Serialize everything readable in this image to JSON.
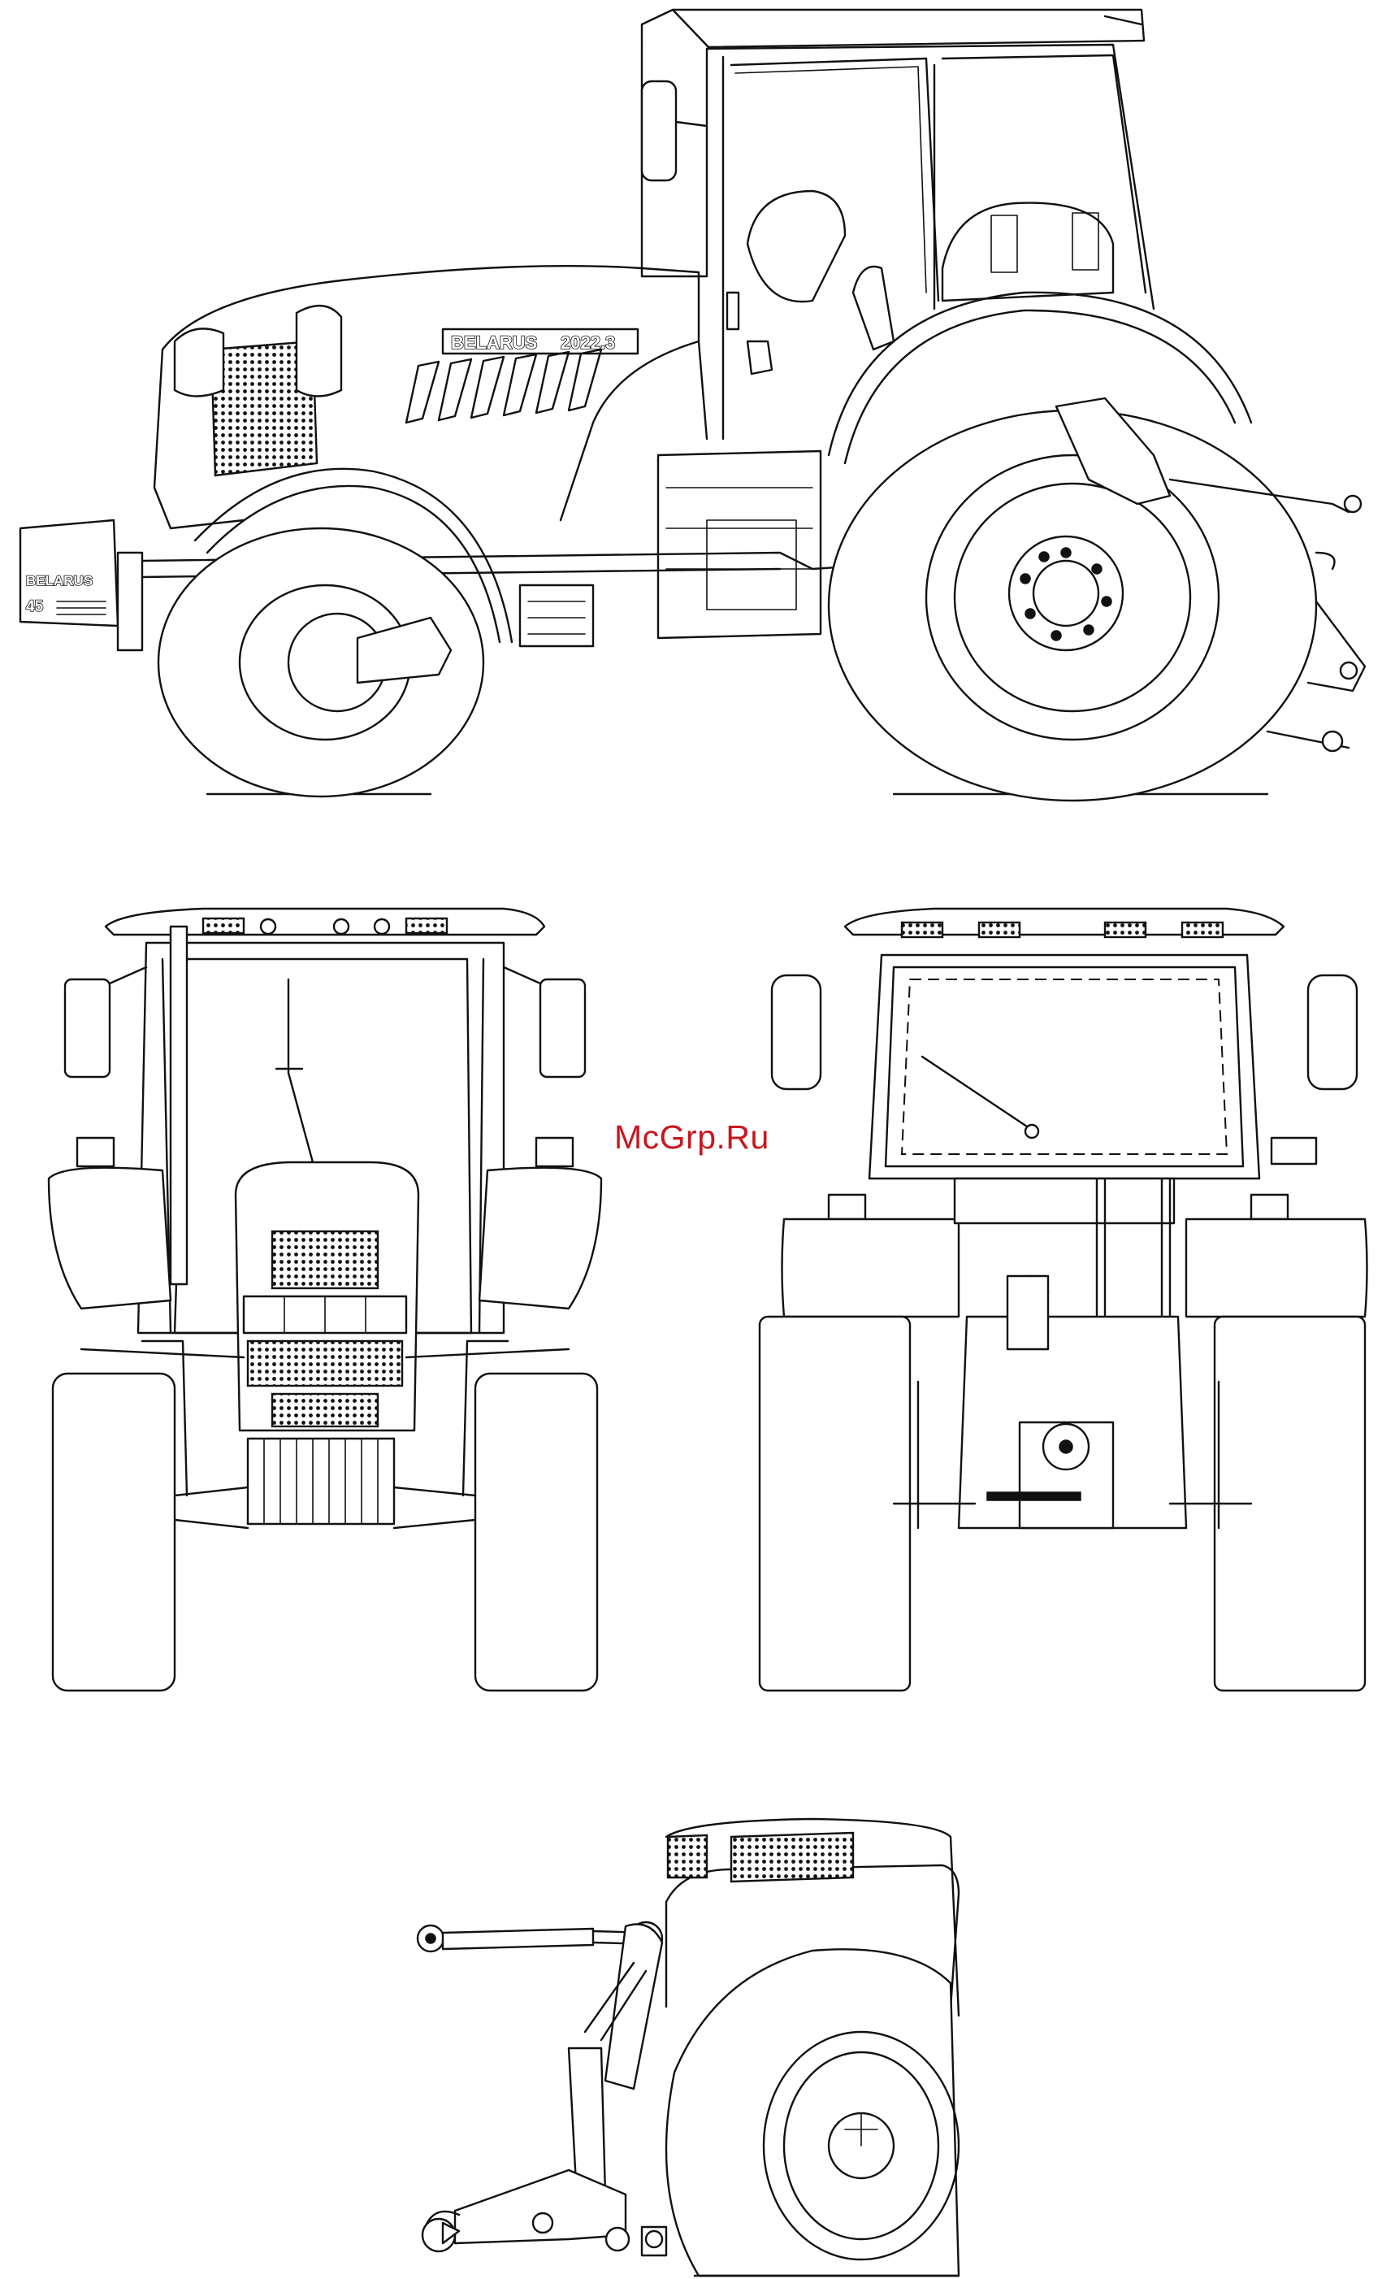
{
  "watermark": "McGrp.Ru",
  "labels": {
    "side_brand": "BELARUS",
    "side_model": "2022.3",
    "weight_brand": "BELARUS",
    "weight_number": "45"
  },
  "views": [
    "side-view",
    "front-view",
    "rear-view",
    "rear-hitch-detail"
  ],
  "colors": {
    "line": "#111111",
    "background": "#ffffff",
    "watermark": "#c8171e"
  }
}
